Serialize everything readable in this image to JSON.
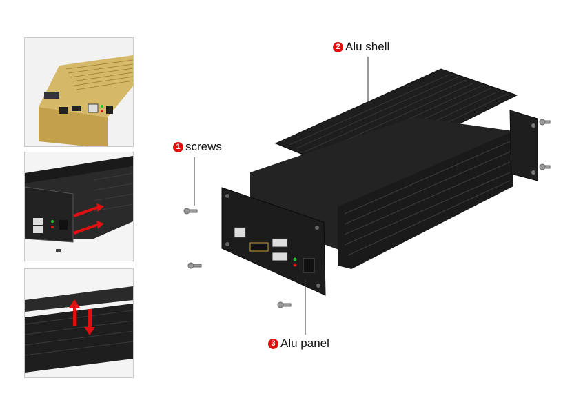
{
  "callouts": [
    {
      "number": "1",
      "label": "screws"
    },
    {
      "number": "2",
      "label": "Alu shell"
    },
    {
      "number": "3",
      "label": "Alu panel"
    }
  ],
  "thumbnails": [
    {
      "name": "gold-enclosure-front"
    },
    {
      "name": "slide-panel-into-shell"
    },
    {
      "name": "slide-shell-halves"
    }
  ],
  "colors": {
    "accent_red": "#e01010",
    "enclosure_black": "#1e1e1e",
    "enclosure_gold": "#c2a04c",
    "led_green": "#1fbf2e",
    "led_red": "#d81b1b"
  }
}
